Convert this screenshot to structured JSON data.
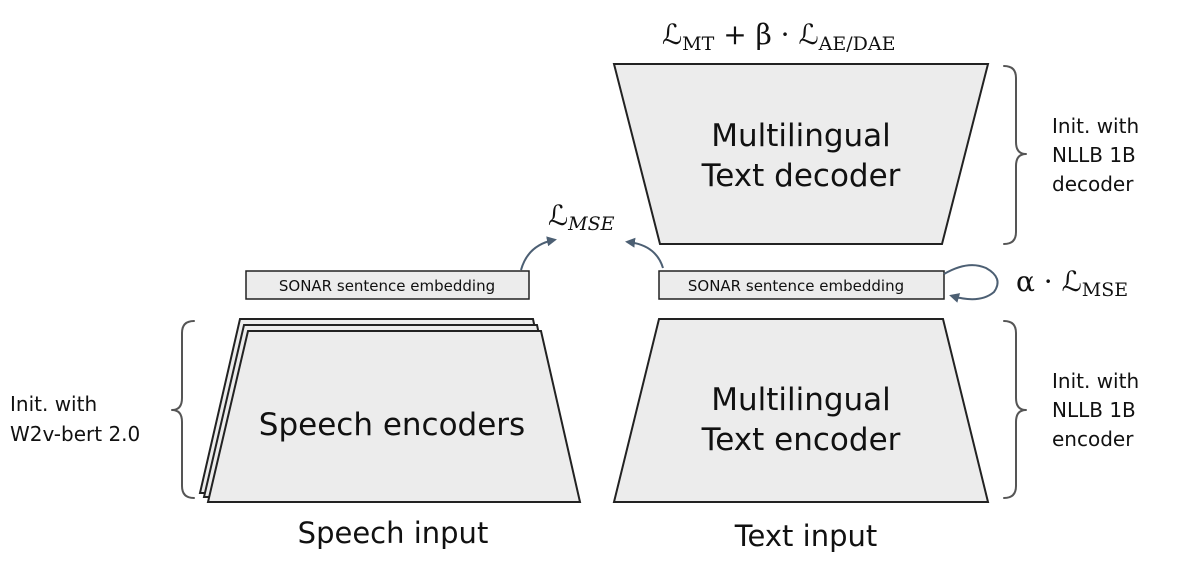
{
  "loss_top": {
    "script_l": "ℒ",
    "mt_sub": "MT",
    "plus_beta": " + β · ",
    "script_l2": "ℒ",
    "ae_sub": "AE/DAE"
  },
  "loss_mse_left": {
    "script_l": "ℒ",
    "sub": "MSE"
  },
  "loss_mse_right": {
    "alpha": "α · ",
    "script_l": "ℒ",
    "sub": "MSE"
  },
  "decoder": {
    "line1": "Multilingual",
    "line2": "Text decoder",
    "init": [
      "Init. with",
      "NLLB 1B",
      "decoder"
    ]
  },
  "text_encoder": {
    "line1": "Multilingual",
    "line2": "Text encoder",
    "init": [
      "Init. with",
      "NLLB 1B",
      "encoder"
    ]
  },
  "speech_encoder": {
    "label": "Speech encoders",
    "init": [
      "Init. with",
      "W2v-bert 2.0"
    ]
  },
  "embedding_left": {
    "label": "SONAR sentence embedding"
  },
  "embedding_right": {
    "label": "SONAR sentence embedding"
  },
  "inputs": {
    "speech": "Speech input",
    "text": "Text input"
  },
  "colors": {
    "block_fill": "#ececec",
    "stroke": "#222222",
    "arrow": "#4c5f73",
    "brace": "#555555"
  }
}
